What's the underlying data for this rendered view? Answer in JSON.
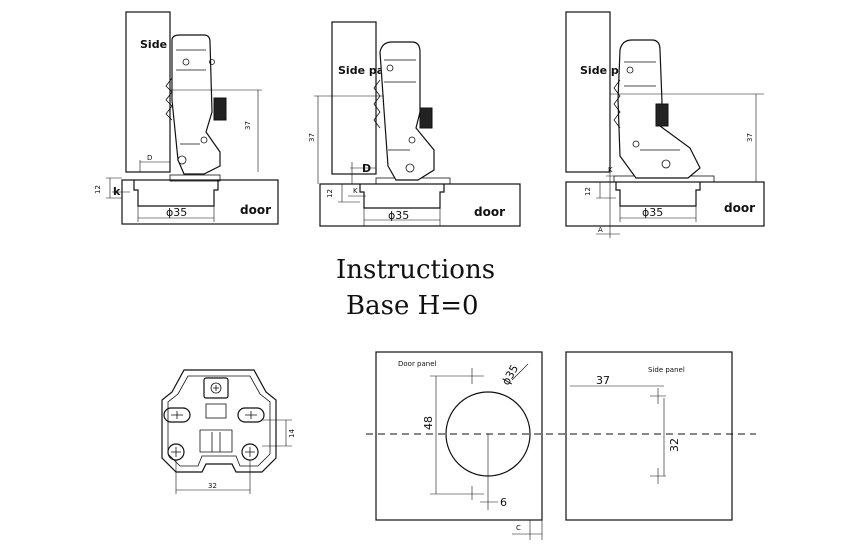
{
  "title": {
    "line1": "Instructions",
    "line2": "Base H=0"
  },
  "diagrams": [
    {
      "side_panel": "Side panel",
      "door": "door",
      "bore": "ϕ35",
      "dims": {
        "height": "37",
        "k": "k",
        "d": "D",
        "twelve": "12"
      }
    },
    {
      "side_panel": "Side panel",
      "door": "door",
      "bore": "ϕ35",
      "dims": {
        "height": "37",
        "k": "K",
        "d": "D",
        "twelve": "12"
      }
    },
    {
      "side_panel": "Side panel",
      "door": "door",
      "bore": "ϕ35",
      "dims": {
        "height": "37",
        "k": "K",
        "a": "A",
        "twelve": "12"
      }
    }
  ],
  "mount_plate": {
    "width": "32",
    "height": "14"
  },
  "door_panel": {
    "label": "Door panel",
    "diameter": "ϕ35",
    "height": "48",
    "offset": "6",
    "c": "C"
  },
  "side_panel_view": {
    "label": "Side panel",
    "horiz": "37",
    "vert": "32"
  }
}
